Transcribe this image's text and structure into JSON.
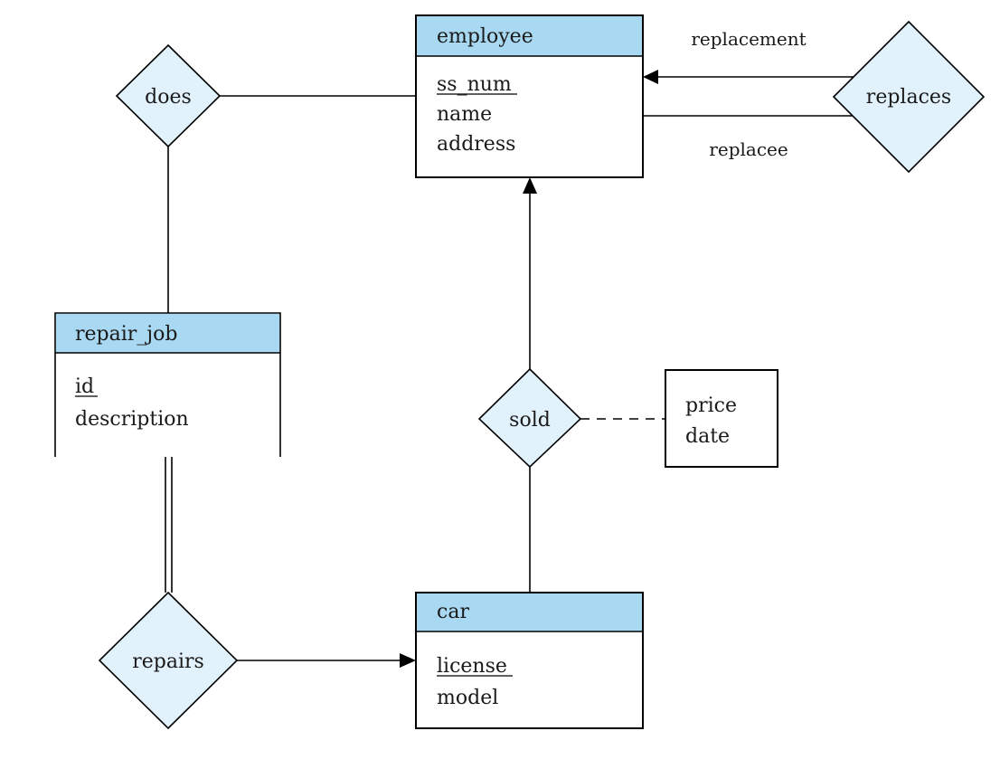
{
  "entities": {
    "employee": {
      "name": "employee",
      "attributes": [
        {
          "label": "ss_num",
          "key": true
        },
        {
          "label": "name",
          "key": false
        },
        {
          "label": "address",
          "key": false
        }
      ]
    },
    "repair_job": {
      "name": "repair_job",
      "attributes": [
        {
          "label": "id",
          "key": true
        },
        {
          "label": "description",
          "key": false
        }
      ]
    },
    "car": {
      "name": "car",
      "attributes": [
        {
          "label": "license",
          "key": true
        },
        {
          "label": "model",
          "key": false
        }
      ]
    }
  },
  "relationships": {
    "does": {
      "label": "does"
    },
    "replaces": {
      "label": "replaces"
    },
    "sold": {
      "label": "sold"
    },
    "repairs": {
      "label": "repairs"
    }
  },
  "relationship_attributes": {
    "sold": [
      "price",
      "date"
    ]
  },
  "roles": {
    "replacement": "replacement",
    "replacee": "replacee"
  },
  "colors": {
    "entity_header": "#a9d8f2",
    "relationship_fill": "#e2f2fc",
    "line": "#000000"
  }
}
